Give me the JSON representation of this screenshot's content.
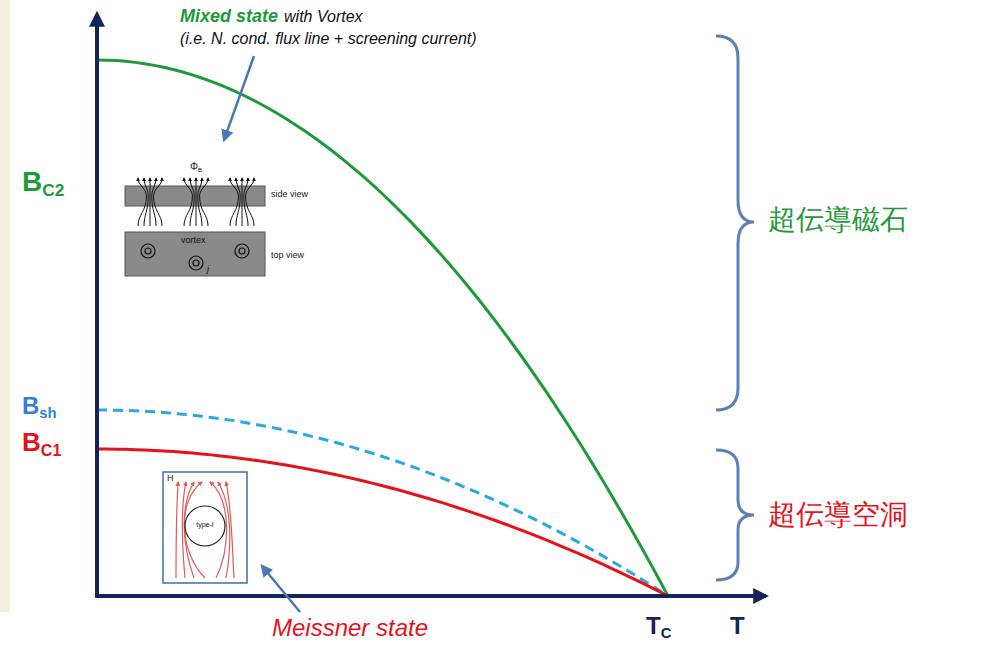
{
  "diagram": {
    "labels": [
      "Mixed state",
      "with Vortex",
      "(i.e. N. cond. flux line + screening current)",
      "ΦB",
      "side view",
      "vortex",
      "j",
      "top view",
      "BC2",
      "Bsh",
      "BC1",
      "H",
      "type-I",
      "Meissner state",
      "TC",
      "T",
      "超伝導磁石",
      "超伝導空洞"
    ]
  }
}
